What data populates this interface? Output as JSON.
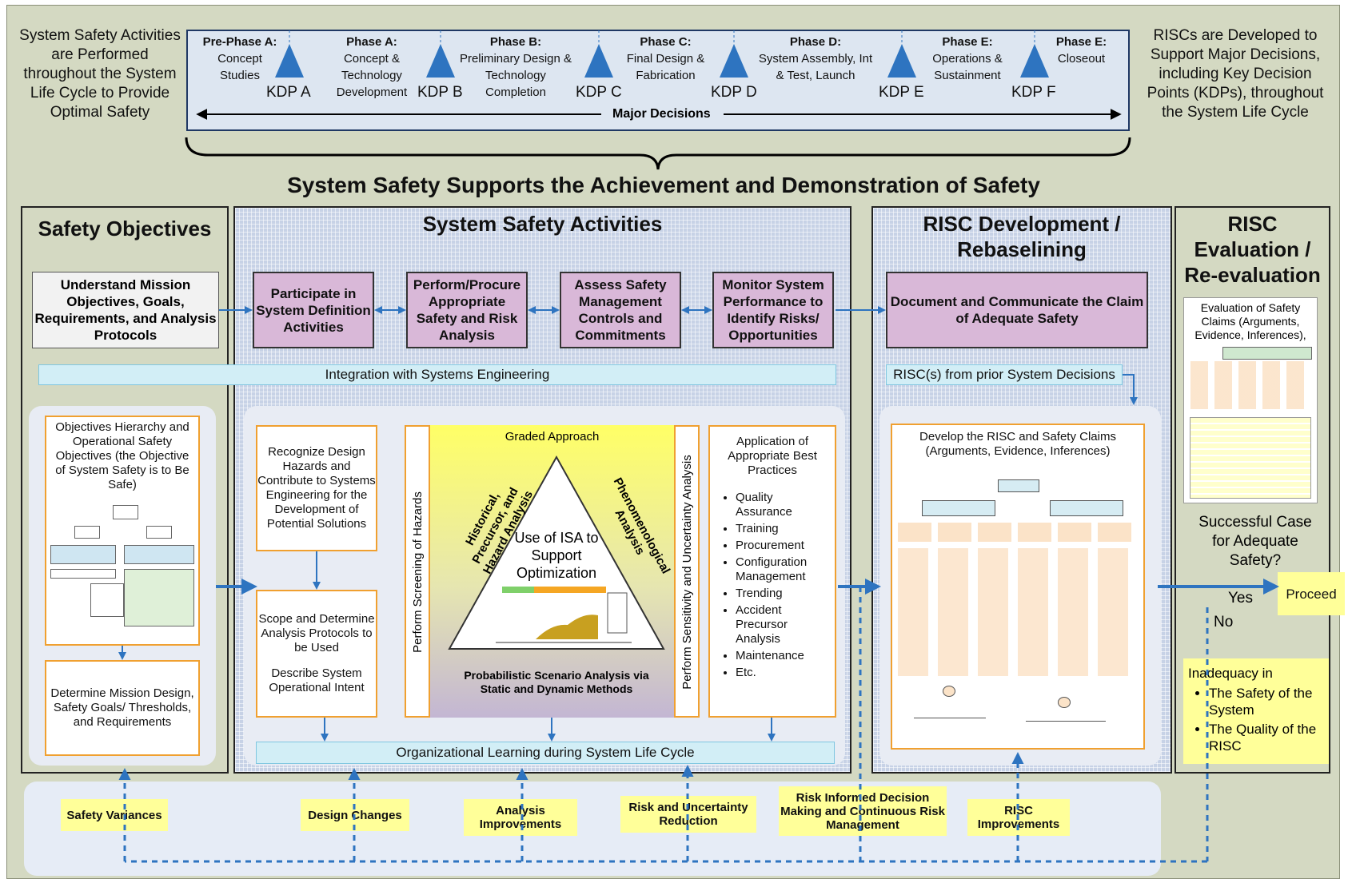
{
  "left_note": "System Safety Activities are Performed throughout the System Life Cycle to Provide Optimal Safety",
  "right_note": "RISCs are Developed to Support Major Decisions, including Key Decision Points (KDPs), throughout the System Life Cycle",
  "phases": [
    {
      "title": "Pre-Phase A:",
      "desc": "Concept Studies"
    },
    {
      "title": "Phase A:",
      "desc": "Concept & Technology Development"
    },
    {
      "title": "Phase B:",
      "desc": "Preliminary Design & Technology Completion"
    },
    {
      "title": "Phase C:",
      "desc": "Final Design & Fabrication"
    },
    {
      "title": "Phase D:",
      "desc": "System Assembly, Int & Test, Launch"
    },
    {
      "title": "Phase E:",
      "desc": "Operations & Sustainment"
    },
    {
      "title": "Phase E:",
      "desc": "Closeout"
    }
  ],
  "kdps": [
    "KDP A",
    "KDP B",
    "KDP C",
    "KDP D",
    "KDP E",
    "KDP F"
  ],
  "major_decisions": "Major Decisions",
  "main_title": "System Safety Supports the Achievement and Demonstration of Safety",
  "panels": {
    "objectives": "Safety Objectives",
    "activities": "System Safety Activities",
    "risc_dev": "RISC Development / Rebaselining",
    "risc_eval": "RISC Evaluation / Re-evaluation"
  },
  "understand_box": "Understand Mission Objectives, Goals, Requirements, and Analysis Protocols",
  "activities": [
    "Participate in System Definition Activities",
    "Perform/Procure Appropriate Safety and Risk Analysis",
    "Assess Safety Management Controls and Commitments",
    "Monitor System Performance to Identify Risks/ Opportunities"
  ],
  "document_box": "Document and Communicate the Claim of Adequate Safety",
  "integration": "Integration with Systems Engineering",
  "prior_risc": "RISC(s) from prior System Decisions",
  "objectives_hierarchy": "Objectives Hierarchy and Operational Safety Objectives (the Objective of System Safety is to Be Safe)",
  "determine_box": "Determine Mission Design, Safety Goals/ Thresholds, and Requirements",
  "recognize_box": "Recognize Design Hazards and Contribute to Systems Engineering for the Development of Potential Solutions",
  "scope_box": "Scope and Determine Analysis Protocols to be Used",
  "describe_box": "Describe System Operational Intent",
  "screening": "Perform Screening of Hazards",
  "sensitivity": "Perform Sensitivity and Uncertainty Analysis",
  "graded": "Graded Approach",
  "historical": "Historical, Precursor, and Hazard Analysis",
  "phenomenological": "Phenomenological Analysis",
  "isa": "Use of ISA to Support Optimization",
  "probabilistic": "Probabilistic Scenario Analysis via Static and Dynamic Methods",
  "best_practices_title": "Application of Appropriate Best Practices",
  "best_practices": [
    "Quality Assurance",
    "Training",
    "Procurement",
    "Configuration Management",
    "Trending",
    "Accident Precursor Analysis",
    "Maintenance",
    "Etc."
  ],
  "org_learning": "Organizational Learning during System Life Cycle",
  "develop_risc": "Develop the RISC and Safety Claims (Arguments, Evidence, Inferences)",
  "evaluation_box": "Evaluation of Safety Claims (Arguments, Evidence, Inferences),",
  "successful_case": "Successful Case for Adequate Safety?",
  "yes": "Yes",
  "no": "No",
  "proceed": "Proceed",
  "inadequacy_title": "Inadequacy in",
  "inadequacy_items": [
    "The Safety of the System",
    "The Quality of the RISC"
  ],
  "feedback": [
    "Safety Variances",
    "Design Changes",
    "Analysis Improvements",
    "Risk and Uncertainty Reduction",
    "Risk Informed Decision Making and Continuous Risk Management",
    "RISC Improvements"
  ],
  "colors": {
    "purple": "#d9b8d8",
    "yellow": "#ffff99",
    "blue_arrow": "#2e74c0",
    "orange": "#f0a030"
  }
}
